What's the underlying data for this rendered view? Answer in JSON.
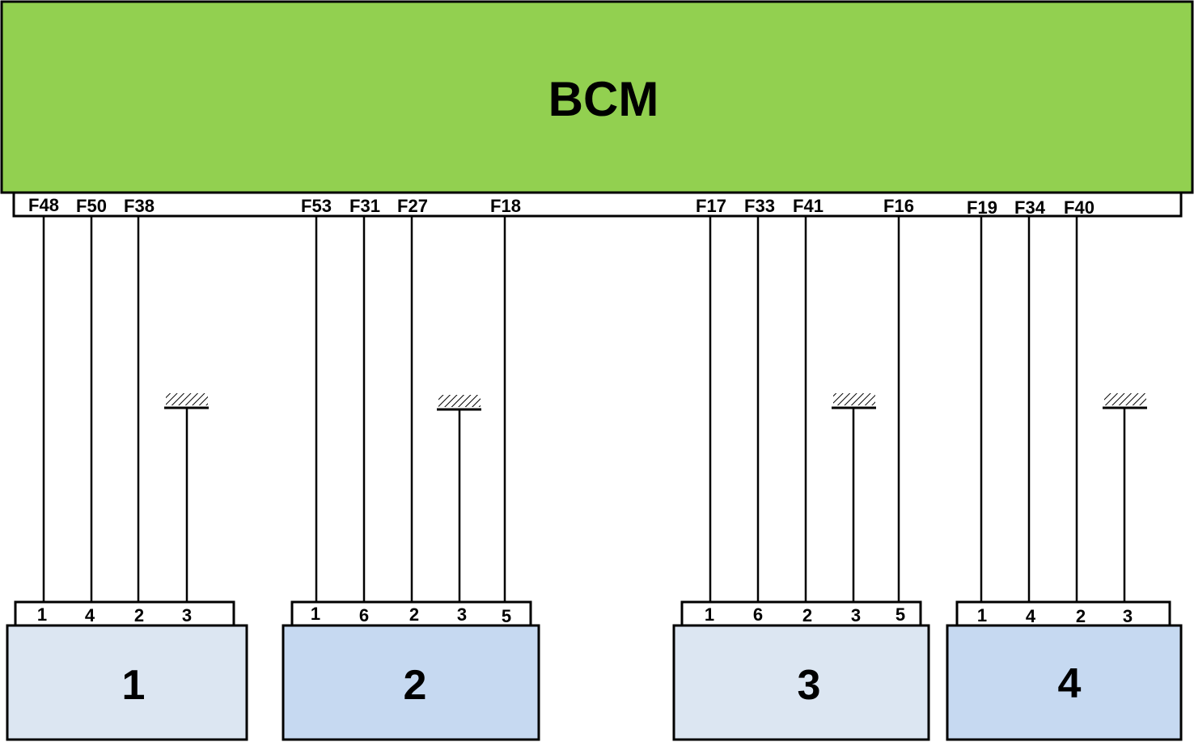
{
  "bcm": {
    "label": "BCM",
    "fill": "#92d050"
  },
  "colors": {
    "stroke": "#000000",
    "module_light": "#dce6f2",
    "module_mid": "#c6d9f1"
  },
  "bcm_pins": [
    {
      "label": "F48",
      "module": 0,
      "pin": "1"
    },
    {
      "label": "F50",
      "module": 0,
      "pin": "4"
    },
    {
      "label": "F38",
      "module": 0,
      "pin": "2"
    },
    {
      "label": "F53",
      "module": 1,
      "pin": "1"
    },
    {
      "label": "F31",
      "module": 1,
      "pin": "6"
    },
    {
      "label": "F27",
      "module": 1,
      "pin": "2"
    },
    {
      "label": "F18",
      "module": 1,
      "pin": "5"
    },
    {
      "label": "F17",
      "module": 2,
      "pin": "1"
    },
    {
      "label": "F33",
      "module": 2,
      "pin": "6"
    },
    {
      "label": "F41",
      "module": 2,
      "pin": "2"
    },
    {
      "label": "F16",
      "module": 2,
      "pin": "5"
    },
    {
      "label": "F19",
      "module": 3,
      "pin": "1"
    },
    {
      "label": "F34",
      "module": 3,
      "pin": "4"
    },
    {
      "label": "F40",
      "module": 3,
      "pin": "2"
    }
  ],
  "modules": [
    {
      "label": "1",
      "fill": "#dce6f2",
      "connector_pins": [
        "1",
        "4",
        "2",
        "3"
      ],
      "ground_pin": "3"
    },
    {
      "label": "2",
      "fill": "#c6d9f1",
      "connector_pins": [
        "1",
        "6",
        "2",
        "3",
        "5"
      ],
      "ground_pin": "3"
    },
    {
      "label": "3",
      "fill": "#dce6f2",
      "connector_pins": [
        "1",
        "6",
        "2",
        "3",
        "5"
      ],
      "ground_pin": "3"
    },
    {
      "label": "4",
      "fill": "#c6d9f1",
      "connector_pins": [
        "1",
        "4",
        "2",
        "3"
      ],
      "ground_pin": "3"
    }
  ],
  "ground_symbol": "ground-hatch-icon"
}
